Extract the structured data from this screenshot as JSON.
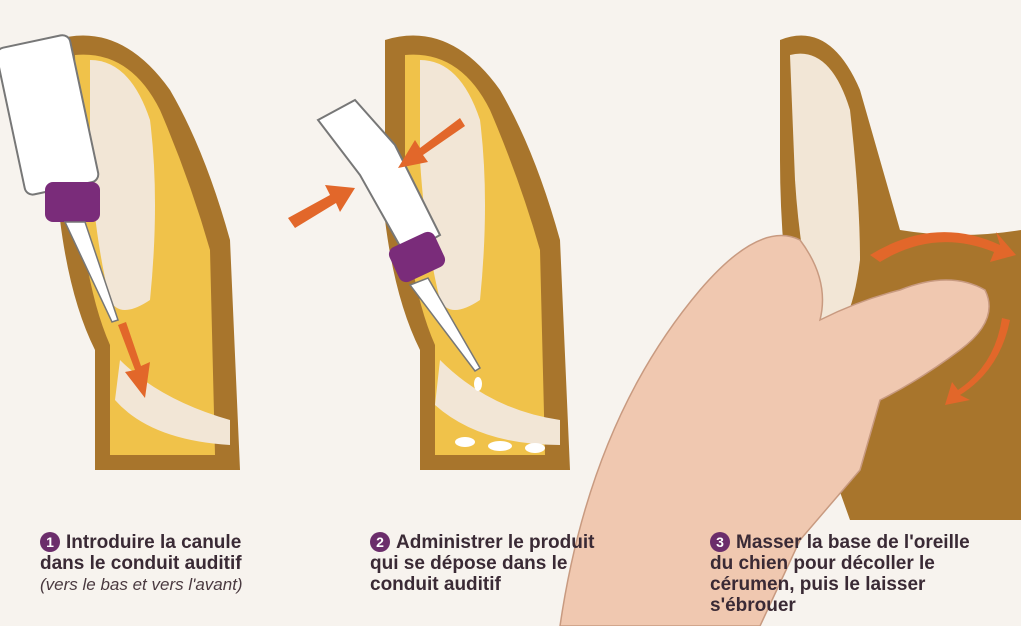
{
  "steps": [
    {
      "number": "1",
      "line1": "Introduire la canule",
      "line2": "dans le conduit auditif",
      "note": "(vers le bas et vers l'avant)"
    },
    {
      "number": "2",
      "line1": "Administrer le produit",
      "line2": "qui se dépose dans le",
      "line3": "conduit auditif"
    },
    {
      "number": "3",
      "line1": "Masser la base de l'oreille",
      "line2": "du chien pour décoller le",
      "line3": "cérumen, puis le laisser",
      "line4": "s'ébrouer"
    }
  ],
  "colors": {
    "ear_outer": "#a8752c",
    "ear_inner": "#f0c24a",
    "skin": "#f2e6d6",
    "arrow": "#e2672a",
    "cap_purple": "#6b2d6b"
  },
  "icons": [
    "bottle-icon",
    "arrow-icon",
    "hand-icon"
  ]
}
